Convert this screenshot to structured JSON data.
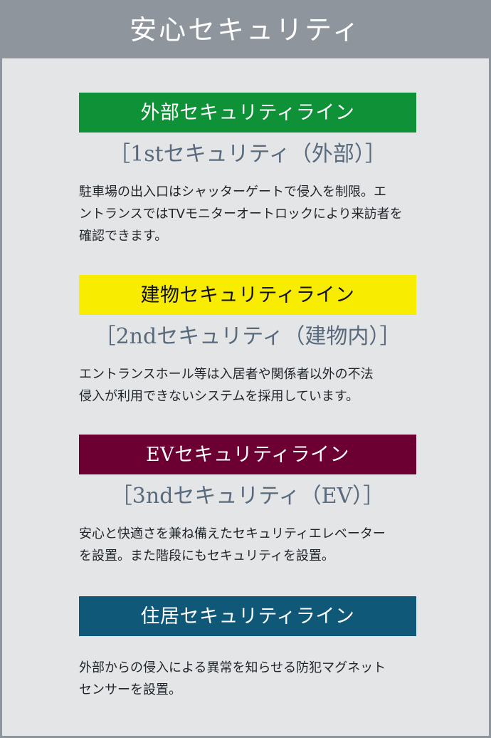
{
  "header": {
    "title": "安心セキュリティ"
  },
  "colors": {
    "header_bg": "#8f959c",
    "panel_bg": "#e4e5e7",
    "subtitle_text": "#586a7c",
    "body_text": "#1f2429"
  },
  "sections": [
    {
      "title": "外部セキュリティライン",
      "subtitle": "［1stセキュリティ（外部）］",
      "banner_color": "#0f9138",
      "title_color": "#ffffff",
      "lines": [
        "駐車場の出入口はシャッターゲートで侵入を制限。エ",
        "ントランスではTVモニターオートロックにより来訪者を",
        "確認できます。"
      ]
    },
    {
      "title": "建物セキュリティライン",
      "subtitle": "［2ndセキュリティ（建物内）］",
      "banner_color": "#f8ec00",
      "title_color": "#111111",
      "lines": [
        "エントランスホール等は入居者や関係者以外の不法",
        "侵入が利用できないシステムを採用しています。"
      ]
    },
    {
      "title": "EVセキュリティライン",
      "subtitle": "［3ndセキュリティ（EV）］",
      "banner_color": "#6c0033",
      "title_color": "#ffffff",
      "lines": [
        "安心と快適さを兼ね備えたセキュリティエレベーター",
        "を設置。また階段にもセキュリティを設置。"
      ]
    },
    {
      "title": "住居セキュリティライン",
      "subtitle": "",
      "banner_color": "#0f5878",
      "title_color": "#ffffff",
      "lines": [
        "外部からの侵入による異常を知らせる防犯マグネット",
        "センサーを設置。"
      ]
    }
  ]
}
